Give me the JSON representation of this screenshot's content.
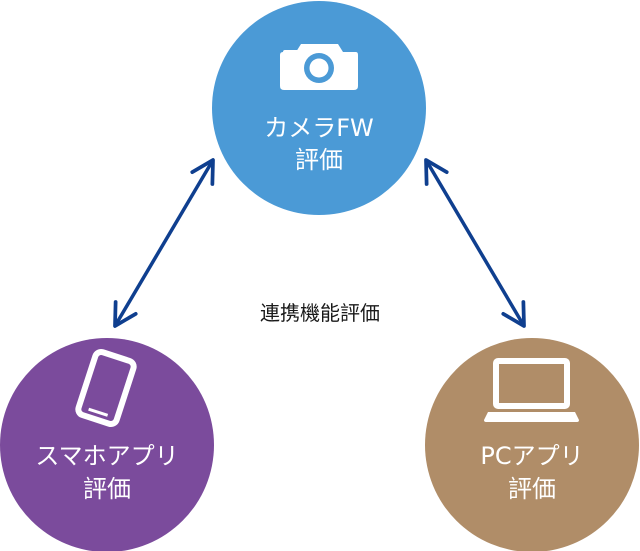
{
  "nodes": {
    "camera": {
      "line1": "カメラFW",
      "line2": "評価",
      "icon": "camera-icon",
      "color": "#4b9ad6"
    },
    "smartphone": {
      "line1": "スマホアプリ",
      "line2": "評価",
      "icon": "smartphone-icon",
      "color": "#7b4b9c"
    },
    "pc": {
      "line1": "PCアプリ",
      "line2": "評価",
      "icon": "laptop-icon",
      "color": "#b08d68"
    }
  },
  "center_label": "連携機能評価",
  "arrow_color": "#0f3f8f"
}
